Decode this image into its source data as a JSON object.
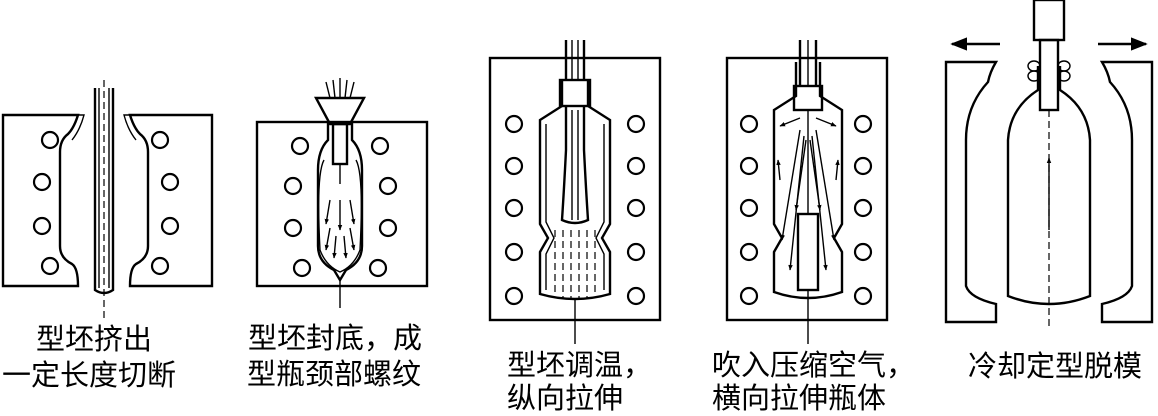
{
  "steps": [
    {
      "line1": "型坯挤出",
      "line2": "一定长度切断"
    },
    {
      "line1": "型坯封底，成",
      "line2": "型瓶颈部螺纹"
    },
    {
      "line1": "型坯调温，",
      "line2": "纵向拉伸"
    },
    {
      "line1": "吹入压缩空气，",
      "line2": "横向拉伸瓶体"
    },
    {
      "line1": "冷却定型脱模",
      "line2": ""
    }
  ]
}
